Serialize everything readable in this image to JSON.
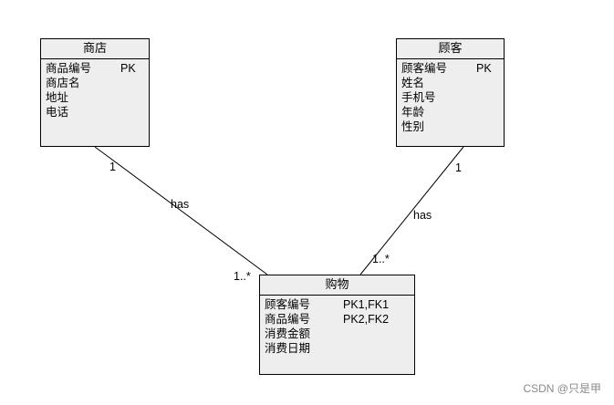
{
  "entities": {
    "store": {
      "title": "商店",
      "attributes": [
        {
          "name": "商品编号",
          "key": "PK"
        },
        {
          "name": "商店名",
          "key": ""
        },
        {
          "name": "地址",
          "key": ""
        },
        {
          "name": "电话",
          "key": ""
        }
      ]
    },
    "customer": {
      "title": "顾客",
      "attributes": [
        {
          "name": "顾客编号",
          "key": "PK"
        },
        {
          "name": "姓名",
          "key": ""
        },
        {
          "name": "手机号",
          "key": ""
        },
        {
          "name": "年龄",
          "key": ""
        },
        {
          "name": "性别",
          "key": ""
        }
      ]
    },
    "purchase": {
      "title": "购物",
      "attributes": [
        {
          "name": "顾客编号",
          "key": "PK1,FK1"
        },
        {
          "name": "商品编号",
          "key": "PK2,FK2"
        },
        {
          "name": "消费金额",
          "key": ""
        },
        {
          "name": "消费日期",
          "key": ""
        }
      ]
    }
  },
  "relationships": {
    "store_purchase": {
      "label": "has",
      "from_multiplicity": "1",
      "to_multiplicity": "1..*"
    },
    "customer_purchase": {
      "label": "has",
      "from_multiplicity": "1",
      "to_multiplicity": "1..*"
    }
  },
  "watermark": "CSDN @只是甲"
}
